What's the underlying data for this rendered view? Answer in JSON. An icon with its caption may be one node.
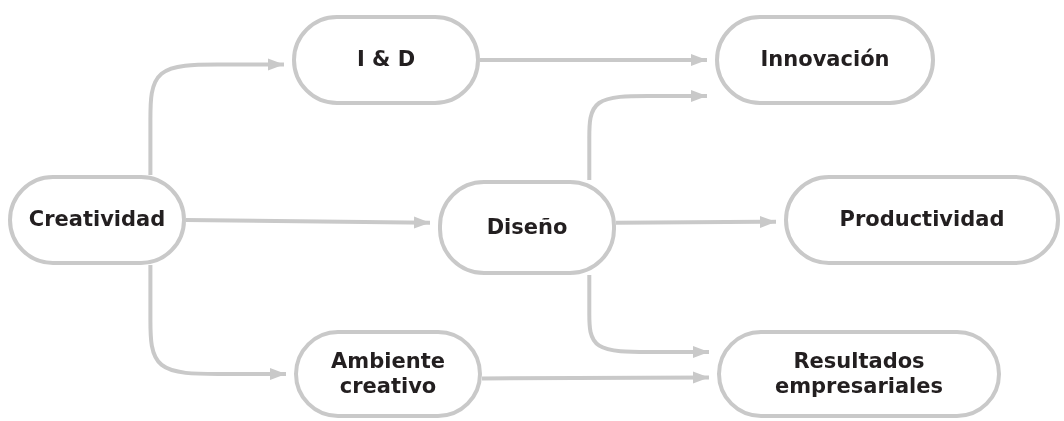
{
  "diagram": {
    "nodes": [
      {
        "text": [
          "Creatividad"
        ]
      },
      {
        "text": [
          "I & D"
        ]
      },
      {
        "text": [
          "Innovación"
        ]
      },
      {
        "text": [
          "Diseño"
        ]
      },
      {
        "text": [
          "Productividad"
        ]
      },
      {
        "text": [
          "Ambiente creativo"
        ]
      },
      {
        "text": [
          "Resultados empresariales"
        ]
      }
    ],
    "edges": [
      {
        "from": 0,
        "to": 1,
        "arrow": "to"
      },
      {
        "from": 0,
        "to": 3,
        "arrow": "to"
      },
      {
        "from": 0,
        "to": 5,
        "arrow": "to"
      },
      {
        "from": 1,
        "to": 2,
        "arrow": "to"
      },
      {
        "from": 3,
        "to": 2,
        "arrow": "to"
      },
      {
        "from": 3,
        "to": 4,
        "arrow": "to"
      },
      {
        "from": 3,
        "to": 6,
        "arrow": "to"
      },
      {
        "from": 5,
        "to": 6,
        "arrow": "to"
      }
    ]
  }
}
